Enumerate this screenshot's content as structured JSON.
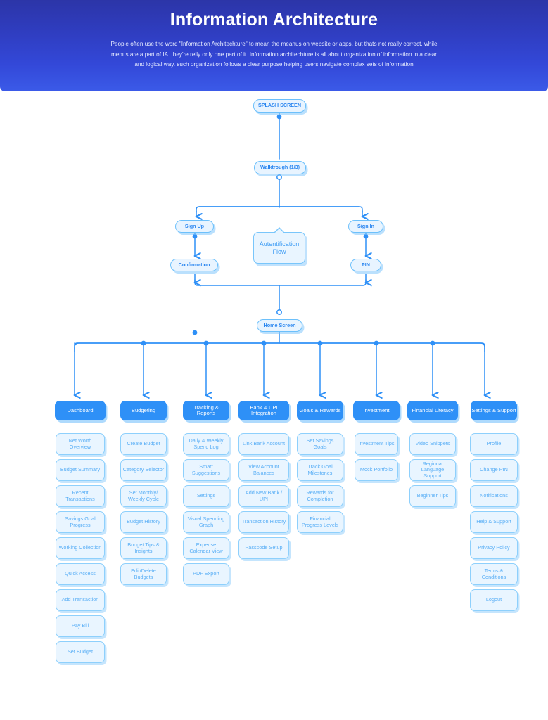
{
  "header": {
    "title": "Information Architecture",
    "paragraph": "People often use the word \"Information Architechture\" to mean the meanus on website or apps, but thats not really correct. while menus are a part of IA. they're relly only one part of it. Information architechture is all about organization of information in a clear and logical way. such organization follows a clear purpose helping users navigate complex sets of information",
    "bg_gradient_from": "#2c35a8",
    "bg_gradient_to": "#3b5ae8",
    "title_color": "#ffffff"
  },
  "theme": {
    "accent": "#2e90f7",
    "node_fill": "#e9f5ff",
    "node_border": "#8ed0fc",
    "node_text": "#58aef6",
    "wire": "#2e90f7",
    "category_fill": "#2e90f7",
    "category_text": "#ffffff"
  },
  "flow": {
    "splash": "SPLASH SCREEN",
    "walkthrough": "Walktrough (1/3)",
    "sign_up": "Sign  Up",
    "sign_in": "Sign In",
    "confirmation": "Confirmation",
    "pin": "PIN",
    "auth_flow": "Autentification Flow",
    "home_screen": "Home Screen"
  },
  "categories": [
    {
      "label": "Dashboard",
      "items": [
        "Net Worth Overview",
        "Budget Summary",
        "Recent Transactions",
        "Savings Goal Progress",
        "Working Collection",
        "Quick Access",
        "Add Transaction",
        "Pay Bill",
        "Set Budget"
      ]
    },
    {
      "label": "Budgeting",
      "items": [
        "Create Budget",
        "Category Selector",
        "Set Monthly/ Weekly Cycle",
        "Budget History",
        "Budget Tips & Insights",
        "Edit/Delete Budgets"
      ]
    },
    {
      "label": "Tracking & Reports",
      "items": [
        "Daily & Weekly Spend Log",
        "Smart Suggestions",
        "Settings",
        "Visual Spending Graph",
        "Expense Calendar View",
        "PDF Export"
      ]
    },
    {
      "label": "Bank & UPI Integration",
      "items": [
        "Link Bank Account",
        "View Account Balances",
        "Add New Bank / UPI",
        "Transaction History",
        "Passcode Setup"
      ]
    },
    {
      "label": "Goals & Rewards",
      "items": [
        "Set Savings Goals",
        "Track Goal Milestones",
        "Rewards for Completion",
        "Financial Progress Levels"
      ]
    },
    {
      "label": "Investment",
      "items": [
        "Investment Tips",
        "Mock Portfolio"
      ]
    },
    {
      "label": "Financial Literacy",
      "items": [
        "Video Snippets",
        "Regional Language Support",
        "Beginner Tips"
      ]
    },
    {
      "label": "Settings & Support",
      "items": [
        "Profile",
        "Change PIN",
        "Notifications",
        "Help & Support",
        "Privacy Policy",
        "Terms & Conditions",
        "Logout"
      ]
    }
  ]
}
